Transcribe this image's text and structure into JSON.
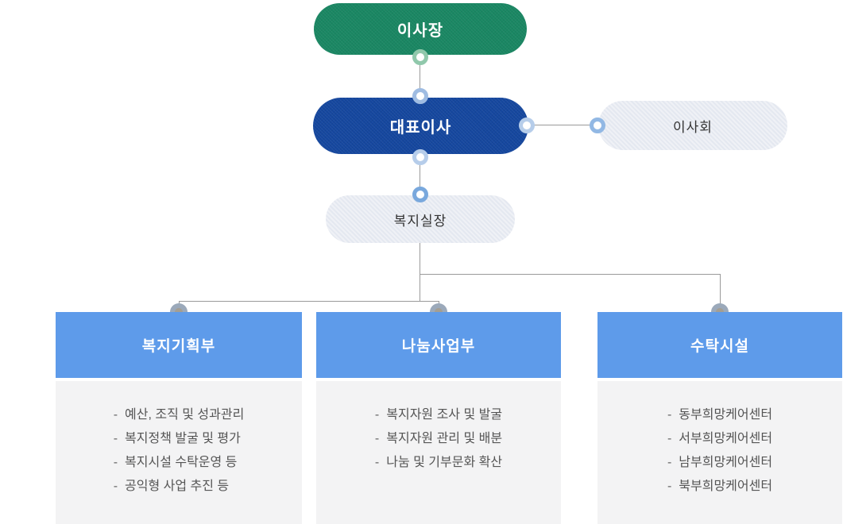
{
  "org_chart": {
    "chairman": {
      "label": "이사장",
      "color": "#1a8763"
    },
    "ceo": {
      "label": "대표이사",
      "color": "#15479f"
    },
    "board": {
      "label": "이사회",
      "color": "#eff1f6"
    },
    "office_head": {
      "label": "복지실장",
      "color": "#eff1f6"
    },
    "list_bullet": "-",
    "departments": [
      {
        "title": "복지기획부",
        "items": [
          "예산, 조직 및 성과관리",
          "복지정책 발굴 및 평가",
          "복지시설 수탁운영 등",
          "공익형 사업 추진 등"
        ]
      },
      {
        "title": "나눔사업부",
        "items": [
          "복지자원 조사 및 발굴",
          "복지자원 관리 및 배분",
          "나눔 및 기부문화 확산"
        ]
      },
      {
        "title": "수탁시설",
        "items": [
          "동부희망케어센터",
          "서부희망케어센터",
          "남부희망케어센터",
          "북부희망케어센터"
        ]
      }
    ],
    "colors": {
      "department_header": "#5e9bea",
      "department_body": "#f3f3f4",
      "connector_line": "#9a9a9a",
      "dot_green_ring": "#90c8ab",
      "dot_blue_ring": "#9fbce2",
      "dot_strong_blue_ring": "#79a8dd",
      "dot_gray_center": "#a49e92"
    }
  }
}
